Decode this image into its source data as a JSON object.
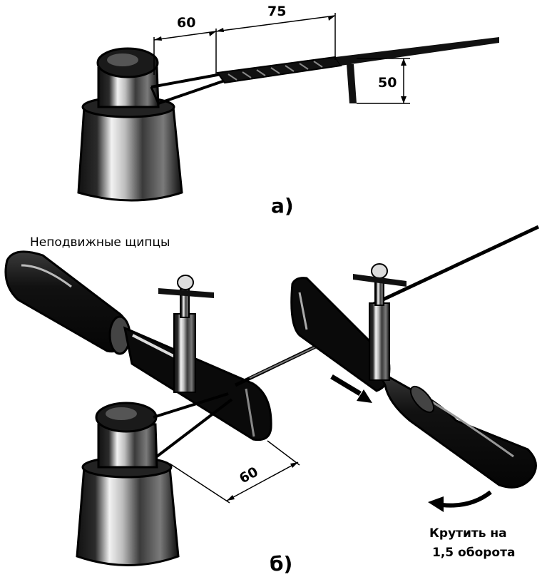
{
  "figure_a": {
    "label": "а)",
    "dim_left": "60",
    "dim_right": "75",
    "dim_height": "50"
  },
  "figure_b": {
    "label": "б)",
    "caption_fixed_pliers": "Неподвижные щипцы",
    "dim_length": "60",
    "instruction_line1": "Крутить на",
    "instruction_line2": "1,5 оборота"
  }
}
